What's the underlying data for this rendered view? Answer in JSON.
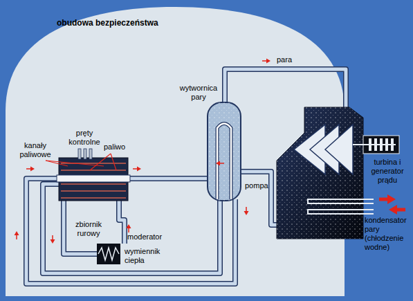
{
  "diagram": {
    "nodes": [
      {
        "text": [
          "obudowa bezpieczeństwa"
        ]
      }
    ],
    "labels": [
      "para",
      "wytwornica pary",
      "pręty kontrolne",
      "kanały paliwowe",
      "paliwo",
      "turbina i generator prądu",
      "pompa",
      "zbiornik rurowy",
      "moderator",
      "wymiennik ciepła",
      "kondensator pary (chłodzenie wodne)"
    ]
  }
}
